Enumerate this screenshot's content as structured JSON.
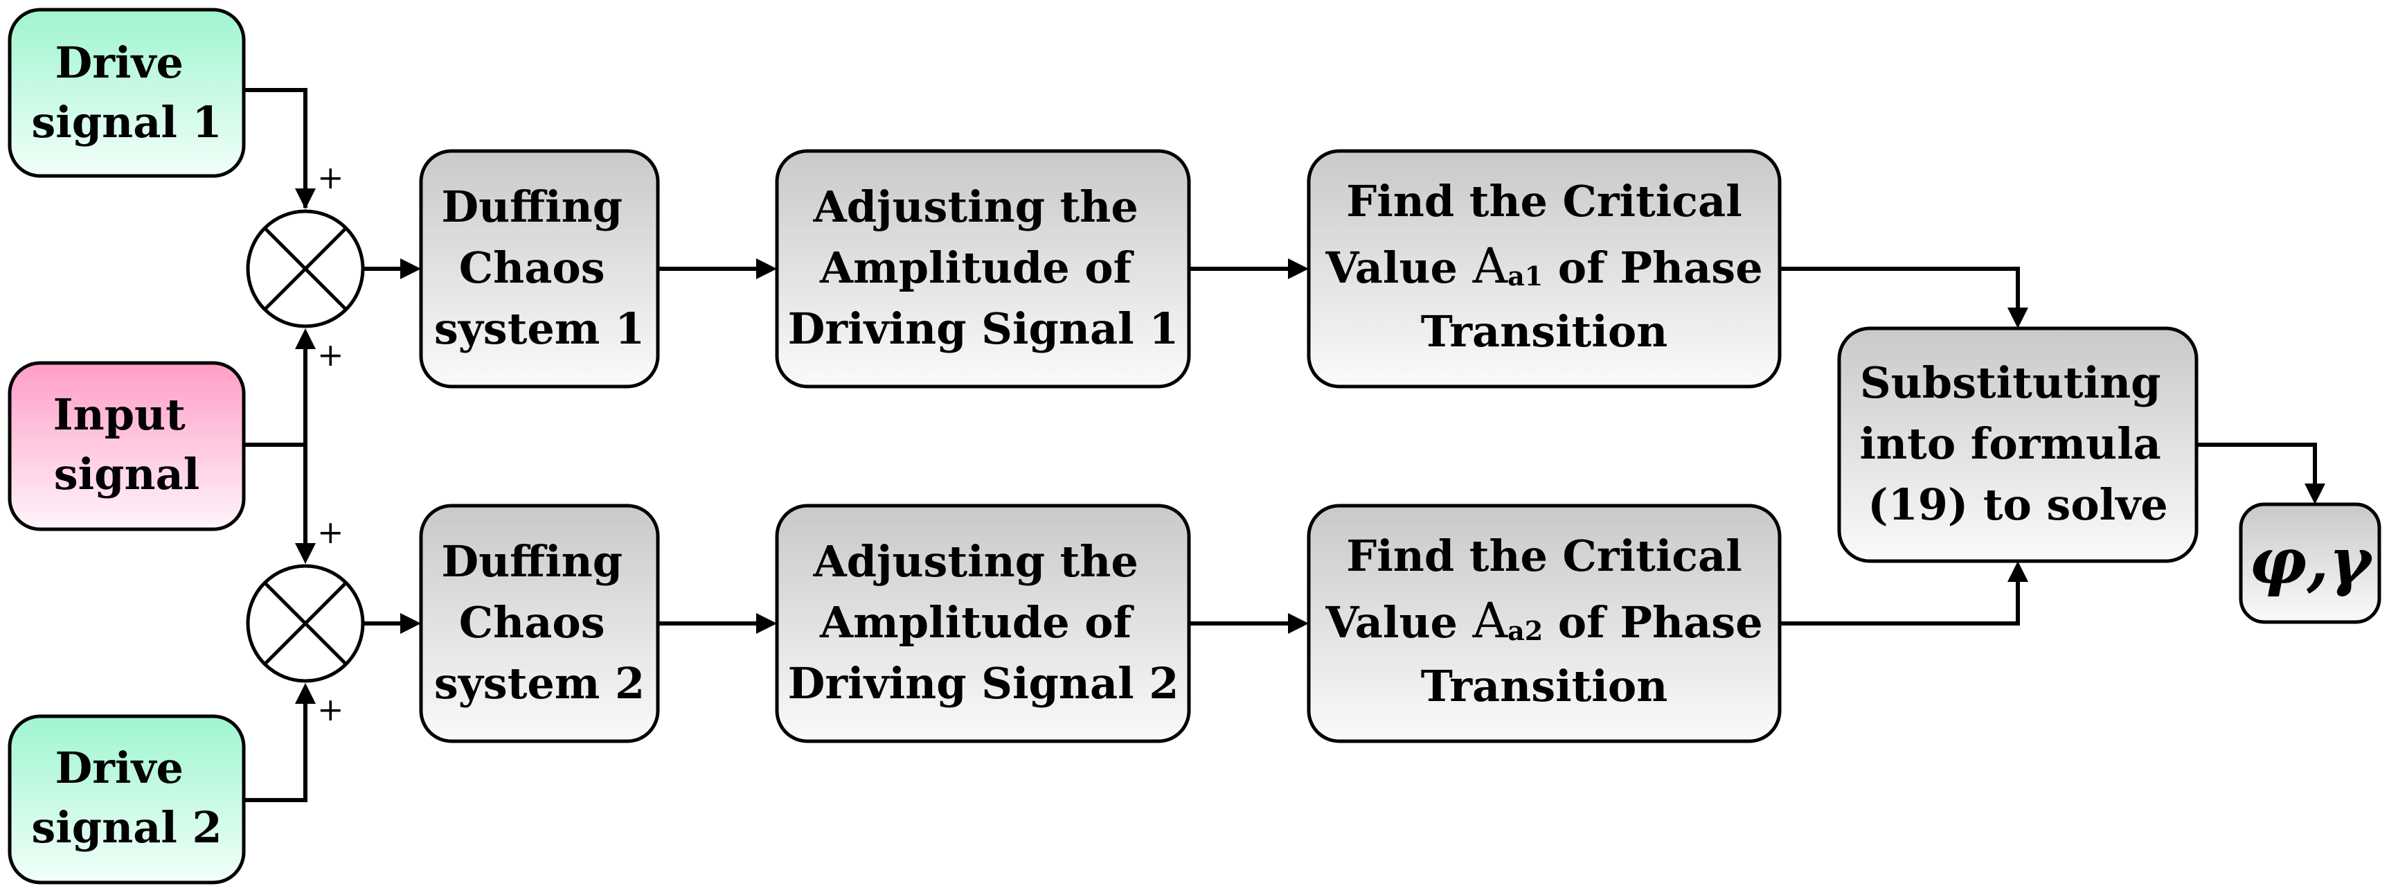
{
  "colors": {
    "drive_fill_top": "#9ff5cf",
    "drive_fill_bottom": "#f2fff9",
    "input_fill_top": "#ff9ec8",
    "input_fill_bottom": "#fff4fa",
    "process_fill_top": "#c9c9c9",
    "process_fill_bottom": "#fafafa",
    "stroke": "#000000"
  },
  "drive1": {
    "lines": [
      "Drive",
      "signal 1"
    ]
  },
  "input": {
    "lines": [
      "Input",
      "signal"
    ]
  },
  "drive2": {
    "lines": [
      "Drive",
      "signal 2"
    ]
  },
  "mixer_signs": {
    "plus": "+"
  },
  "duffing1": {
    "lines": [
      "Duffing",
      "Chaos",
      "system 1"
    ]
  },
  "duffing2": {
    "lines": [
      "Duffing",
      "Chaos",
      "system 2"
    ]
  },
  "adjust1": {
    "lines": [
      "Adjusting the",
      "Amplitude of",
      "Driving Signal 1"
    ]
  },
  "adjust2": {
    "lines": [
      "Adjusting the",
      "Amplitude of",
      "Driving Signal 2"
    ]
  },
  "critical1": {
    "line1": "Find the Critical",
    "line2_pre": "Value ",
    "line2_A": "A",
    "line2_sub": "a1",
    "line2_post": " of Phase",
    "line3": "Transition"
  },
  "critical2": {
    "line1": "Find the Critical",
    "line2_pre": "Value ",
    "line2_A": "A",
    "line2_sub": "a2",
    "line2_post": " of Phase",
    "line3": "Transition"
  },
  "substitute": {
    "lines": [
      "Substituting",
      "into formula",
      "(19) to solve"
    ]
  },
  "output": {
    "symbol": "φ,γ"
  }
}
